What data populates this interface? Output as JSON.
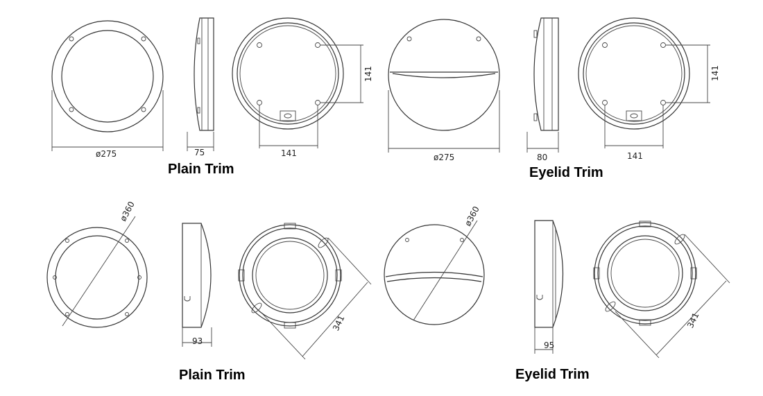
{
  "top_row": {
    "plain": {
      "diameter": "ø275",
      "depth": "75",
      "mount_width": "141",
      "mount_height": "141",
      "caption": "Plain Trim"
    },
    "eyelid": {
      "diameter": "ø275",
      "depth": "80",
      "mount_width": "141",
      "mount_height": "141",
      "caption": "Eyelid Trim"
    }
  },
  "bottom_row": {
    "plain": {
      "diameter": "ø360",
      "depth": "93",
      "mount_diagonal": "341",
      "caption": "Plain Trim"
    },
    "eyelid": {
      "diameter": "ø360",
      "depth": "95",
      "mount_diagonal": "341",
      "caption": "Eyelid Trim"
    }
  }
}
